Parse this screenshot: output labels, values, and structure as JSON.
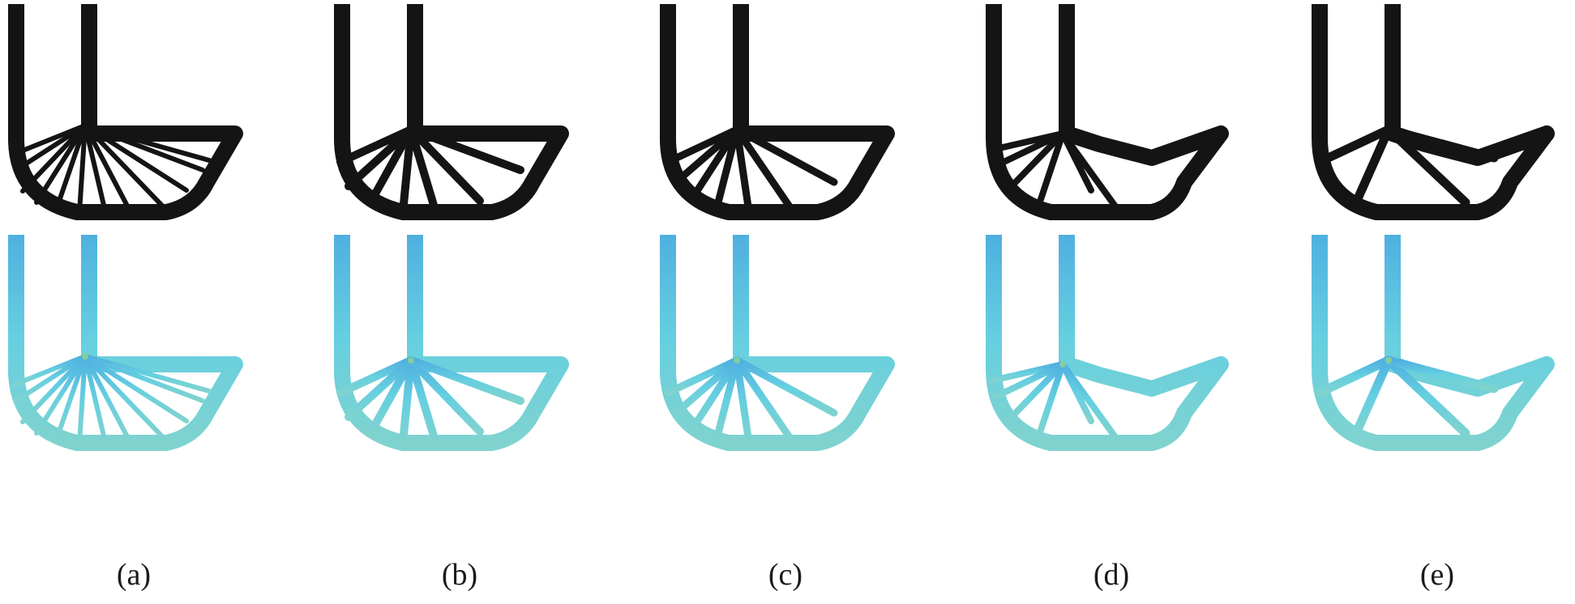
{
  "figure": {
    "panels": [
      {
        "id": "a",
        "label": "(a)"
      },
      {
        "id": "b",
        "label": "(b)"
      },
      {
        "id": "c",
        "label": "(c)"
      },
      {
        "id": "d",
        "label": "(d)"
      },
      {
        "id": "e",
        "label": "(e)"
      }
    ],
    "rows": [
      "topology-black",
      "stress-colormap"
    ],
    "colors": {
      "topology": "#141414",
      "stress_base": "#5ec8dc",
      "stress_mid": "#2f8fd0",
      "stress_high": "#8fd48a"
    }
  }
}
